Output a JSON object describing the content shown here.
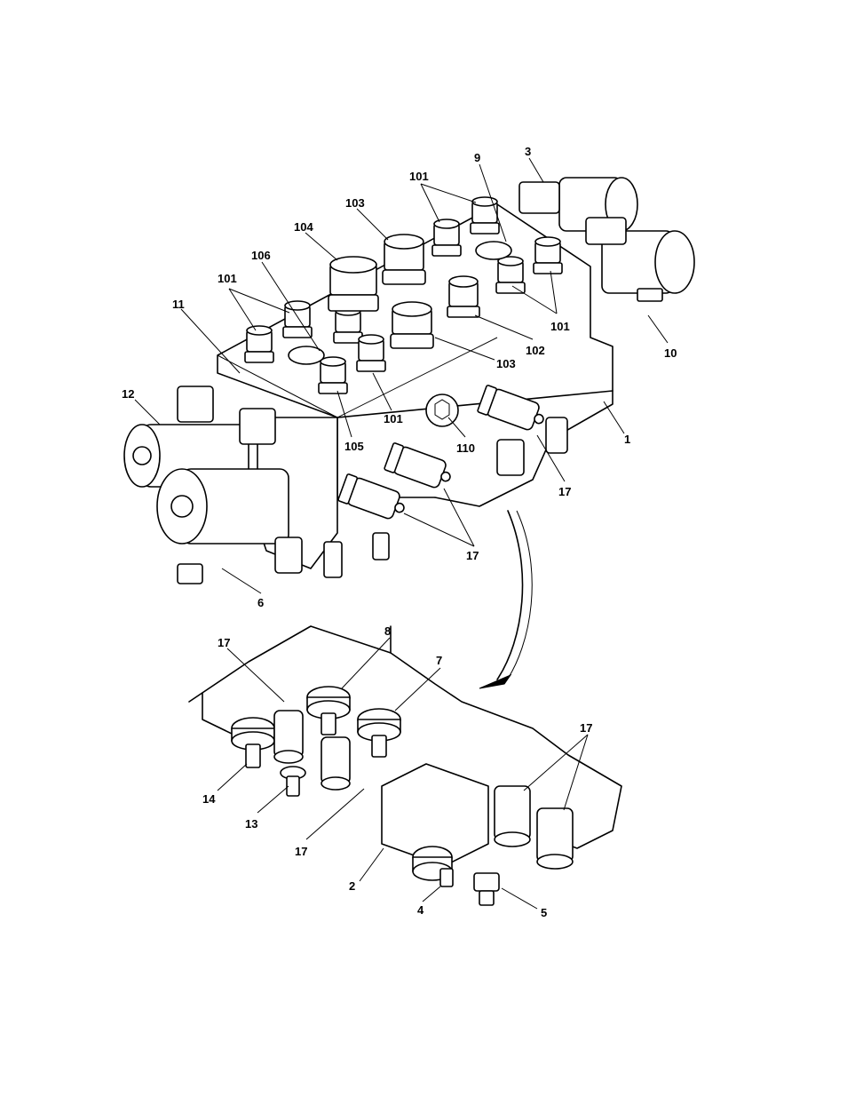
{
  "figure": {
    "upper_assembly": "hydraulic manifold valve block (upper view)",
    "lower_assembly": "manifold underside detail (lower view)"
  },
  "callouts": [
    {
      "id": "c-3",
      "text": "3"
    },
    {
      "id": "c-9",
      "text": "9"
    },
    {
      "id": "c-101a",
      "text": "101"
    },
    {
      "id": "c-103a",
      "text": "103"
    },
    {
      "id": "c-104",
      "text": "104"
    },
    {
      "id": "c-106",
      "text": "106"
    },
    {
      "id": "c-101b",
      "text": "101"
    },
    {
      "id": "c-11",
      "text": "11"
    },
    {
      "id": "c-101c",
      "text": "101"
    },
    {
      "id": "c-10",
      "text": "10"
    },
    {
      "id": "c-102",
      "text": "102"
    },
    {
      "id": "c-103b",
      "text": "103"
    },
    {
      "id": "c-12",
      "text": "12"
    },
    {
      "id": "c-101d",
      "text": "101"
    },
    {
      "id": "c-105",
      "text": "105"
    },
    {
      "id": "c-110",
      "text": "110"
    },
    {
      "id": "c-1",
      "text": "1"
    },
    {
      "id": "c-17a",
      "text": "17"
    },
    {
      "id": "c-17b",
      "text": "17"
    },
    {
      "id": "c-6",
      "text": "6"
    },
    {
      "id": "c-17c",
      "text": "17"
    },
    {
      "id": "c-8",
      "text": "8"
    },
    {
      "id": "c-7",
      "text": "7"
    },
    {
      "id": "c-17d",
      "text": "17"
    },
    {
      "id": "c-14",
      "text": "14"
    },
    {
      "id": "c-13",
      "text": "13"
    },
    {
      "id": "c-17e",
      "text": "17"
    },
    {
      "id": "c-2",
      "text": "2"
    },
    {
      "id": "c-4",
      "text": "4"
    },
    {
      "id": "c-5",
      "text": "5"
    }
  ]
}
